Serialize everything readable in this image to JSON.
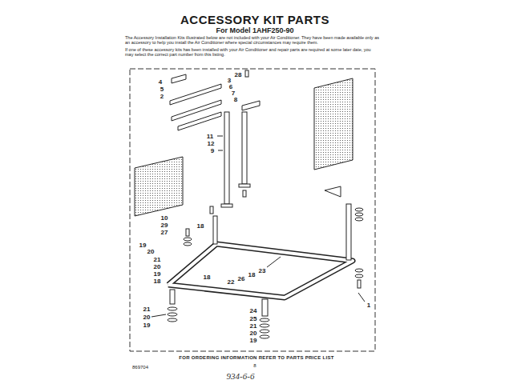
{
  "diagram": {
    "title": "ACCESSORY KIT PARTS",
    "caption": "FOR ORDERING INFORMATION REFER TO PARTS PRICE LIST",
    "labels": [
      "For Model 1AHF250-90",
      "The Accessory Installation Kits illustrated below are not included with your Air Conditioner. They have been made available only as an accessory to help you install the Air Conditioner where special circumstances may require them.",
      "If one of these accessory kits has been installed with your Air Conditioner and repair parts are required at some later date, you may select the correct part number from this listing.",
      "4",
      "5",
      "2",
      "28",
      "3",
      "6",
      "7",
      "8",
      "11",
      "12",
      "9",
      "10",
      "29",
      "27",
      "18",
      "19",
      "20",
      "21",
      "20",
      "19",
      "18",
      "23",
      "18",
      "26",
      "22",
      "18",
      "21",
      "20",
      "19",
      "24",
      "25",
      "21",
      "20",
      "19",
      "1",
      "869704",
      "8",
      "934-6-6"
    ]
  }
}
